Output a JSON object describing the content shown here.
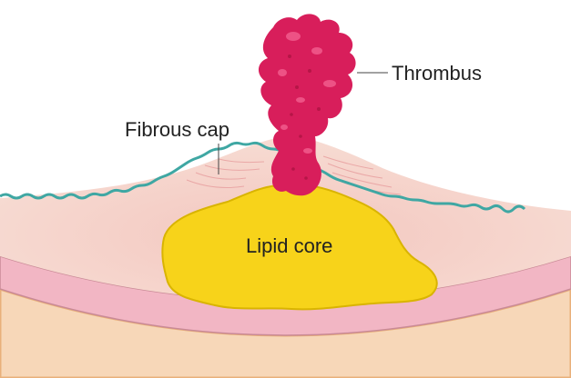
{
  "labels": {
    "thrombus": "Thrombus",
    "fibrous_cap": "Fibrous cap",
    "lipid_core": "Lipid core"
  },
  "colors": {
    "background": "#ffffff",
    "vessel_wall": "#f6d6cb",
    "fibrous_cap_streaks": "#e8a0a0",
    "endothelium": "#3fa7a3",
    "media_band": "#f2b6c4",
    "outer_band": "#f7d7b8",
    "outer_band_edge": "#e9b07a",
    "lipid_core": "#f7d31a",
    "lipid_core_edge": "#d9b400",
    "thrombus": "#d81e5b",
    "thrombus_highlight": "#f0588a",
    "leader_line": "#444444"
  }
}
